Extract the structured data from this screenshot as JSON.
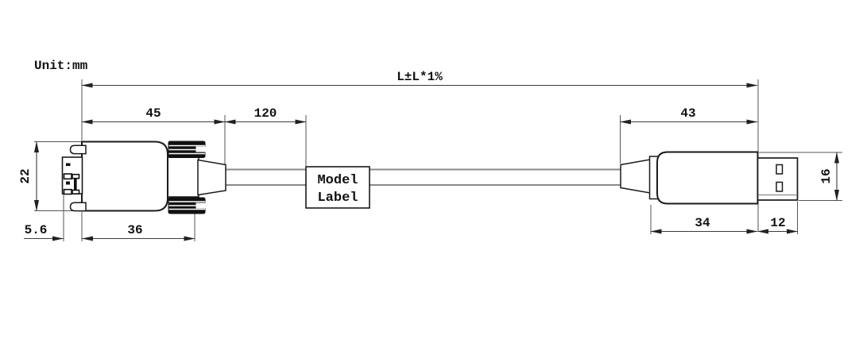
{
  "drawing": {
    "unit_label": "Unit:mm",
    "model_label": {
      "line1": "Model",
      "line2": "Label"
    },
    "dimensions": {
      "overall_length": "L±L*1%",
      "left_connector_length": "45",
      "label_segment_length": "120",
      "right_connector_length": "43",
      "left_connector_height": "22",
      "left_faceplate_depth": "5.6",
      "left_body_length": "36",
      "right_body_length": "34",
      "usb_plug_length": "12",
      "usb_plug_height": "16"
    },
    "colors": {
      "outline": "#1a1a1a",
      "dimension_line": "#3c3c3c",
      "cable_line": "#8a8a8a",
      "thumbscrew_fill": "#111111",
      "seam_line": "#999999",
      "background": "#ffffff"
    }
  }
}
